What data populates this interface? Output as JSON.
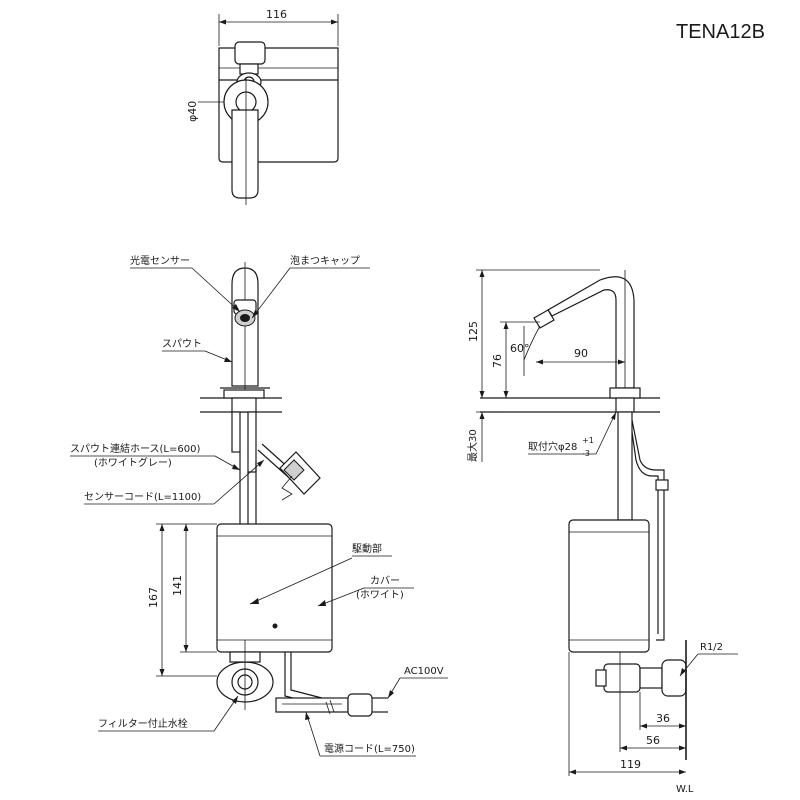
{
  "title": "TENA12B",
  "labels": {
    "photo_sensor": "光電センサー",
    "aerator_cap": "泡まつキャップ",
    "spout": "スパウト",
    "spout_hose": "スパウト連結ホース(L=600)",
    "spout_hose_color": "(ホワイトグレー)",
    "sensor_cord": "センサーコード(L=1100)",
    "drive_unit": "駆動部",
    "cover": "カバー",
    "cover_color": "(ホワイト)",
    "ac": "AC100V",
    "filter_valve": "フィルター付止水栓",
    "power_cord": "電源コード(L=750)",
    "mount_hole": "取付穴φ28",
    "mount_tol_plus": "+1",
    "mount_tol_minus": "-3",
    "max30": "最大30",
    "r_thread": "R1/2",
    "wl": "W.L"
  },
  "dims": {
    "top_width": "116",
    "phi40": "φ40",
    "h125": "125",
    "h76": "76",
    "angle": "60°",
    "reach90": "90",
    "h167": "167",
    "h141": "141",
    "d36": "36",
    "d56": "56",
    "d119": "119"
  }
}
